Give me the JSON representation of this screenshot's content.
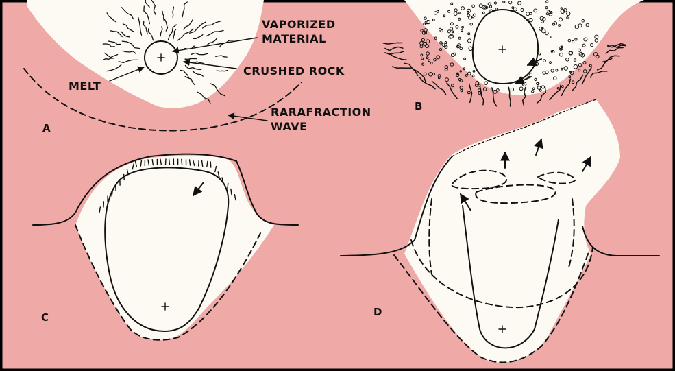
{
  "colors": {
    "background": "#efa9a6",
    "fill": "#fdfaf3",
    "ink": "#111111",
    "frame": "#000000"
  },
  "panels": {
    "a": {
      "letter": "A",
      "labels": {
        "vaporized": [
          "VAPORIZED",
          "MATERIAL"
        ],
        "crushed": "CRUSHED ROCK",
        "melt": "MELT",
        "rarefaction": [
          "RARAFRACTION",
          "WAVE"
        ]
      }
    },
    "b": {
      "letter": "B"
    },
    "c": {
      "letter": "C"
    },
    "d": {
      "letter": "D"
    }
  }
}
